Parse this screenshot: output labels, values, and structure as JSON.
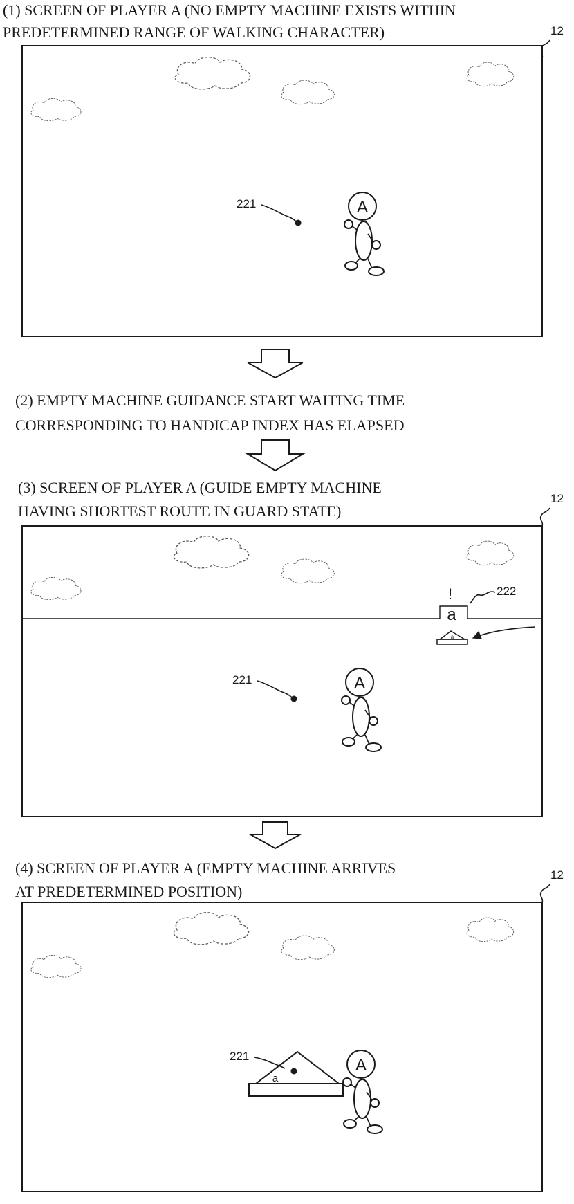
{
  "step1": {
    "caption_line1": "(1) SCREEN OF PLAYER A (NO EMPTY MACHINE EXISTS WITHIN",
    "caption_line2": "PREDETERMINED RANGE OF WALKING CHARACTER)",
    "screen_ref": "12",
    "point_ref": "221",
    "character_letter": "A"
  },
  "step2": {
    "caption_line1": "(2) EMPTY MACHINE GUIDANCE START WAITING TIME",
    "caption_line2": "CORRESPONDING TO HANDICAP INDEX HAS ELAPSED"
  },
  "step3": {
    "caption_line1": "(3) SCREEN OF PLAYER A (GUIDE EMPTY MACHINE",
    "caption_line2": "HAVING SHORTEST ROUTE IN GUARD STATE)",
    "screen_ref": "12",
    "point_ref": "221",
    "guide_ref": "222",
    "guide_mark": "!",
    "guide_letter": "a",
    "machine_letter": "a",
    "character_letter": "A"
  },
  "step4": {
    "caption_line1": "(4) SCREEN OF PLAYER A (EMPTY MACHINE ARRIVES",
    "caption_line2": "AT PREDETERMINED POSITION)",
    "screen_ref": "12",
    "point_ref": "221",
    "machine_letter": "a",
    "character_letter": "A"
  }
}
